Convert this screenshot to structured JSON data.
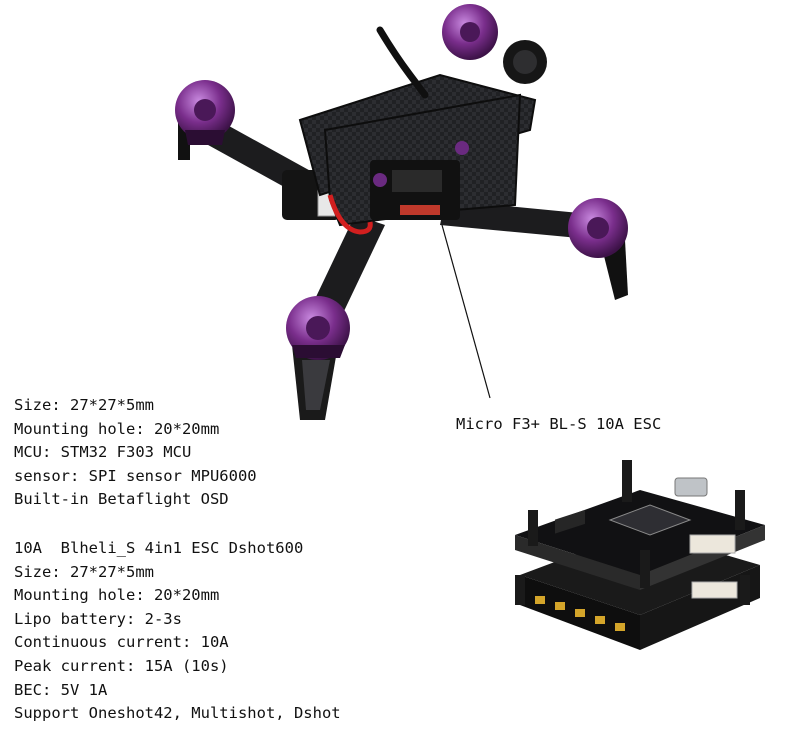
{
  "callout_label": "Micro F3+ BL-S 10A ESC",
  "flight_controller_specs": [
    "Size: 27*27*5mm",
    "Mounting hole: 20*20mm",
    "MCU: STM32 F303 MCU",
    "sensor: SPI sensor MPU6000",
    "Built-in Betaflight OSD"
  ],
  "esc_specs": [
    "10A  Blheli_S 4in1 ESC Dshot600",
    "Size: 27*27*5mm",
    "Mounting hole: 20*20mm",
    "Lipo battery: 2-3s",
    "Continuous current: 10A",
    "Peak current: 15A (10s)",
    "BEC: 5V 1A",
    "Support Oneshot42, Multishot, Dshot"
  ],
  "colors": {
    "motor": "#7a2e8c",
    "motor_highlight": "#b46ad0",
    "frame": "#1c1c1e",
    "pcb": "#141414",
    "text": "#111111"
  }
}
